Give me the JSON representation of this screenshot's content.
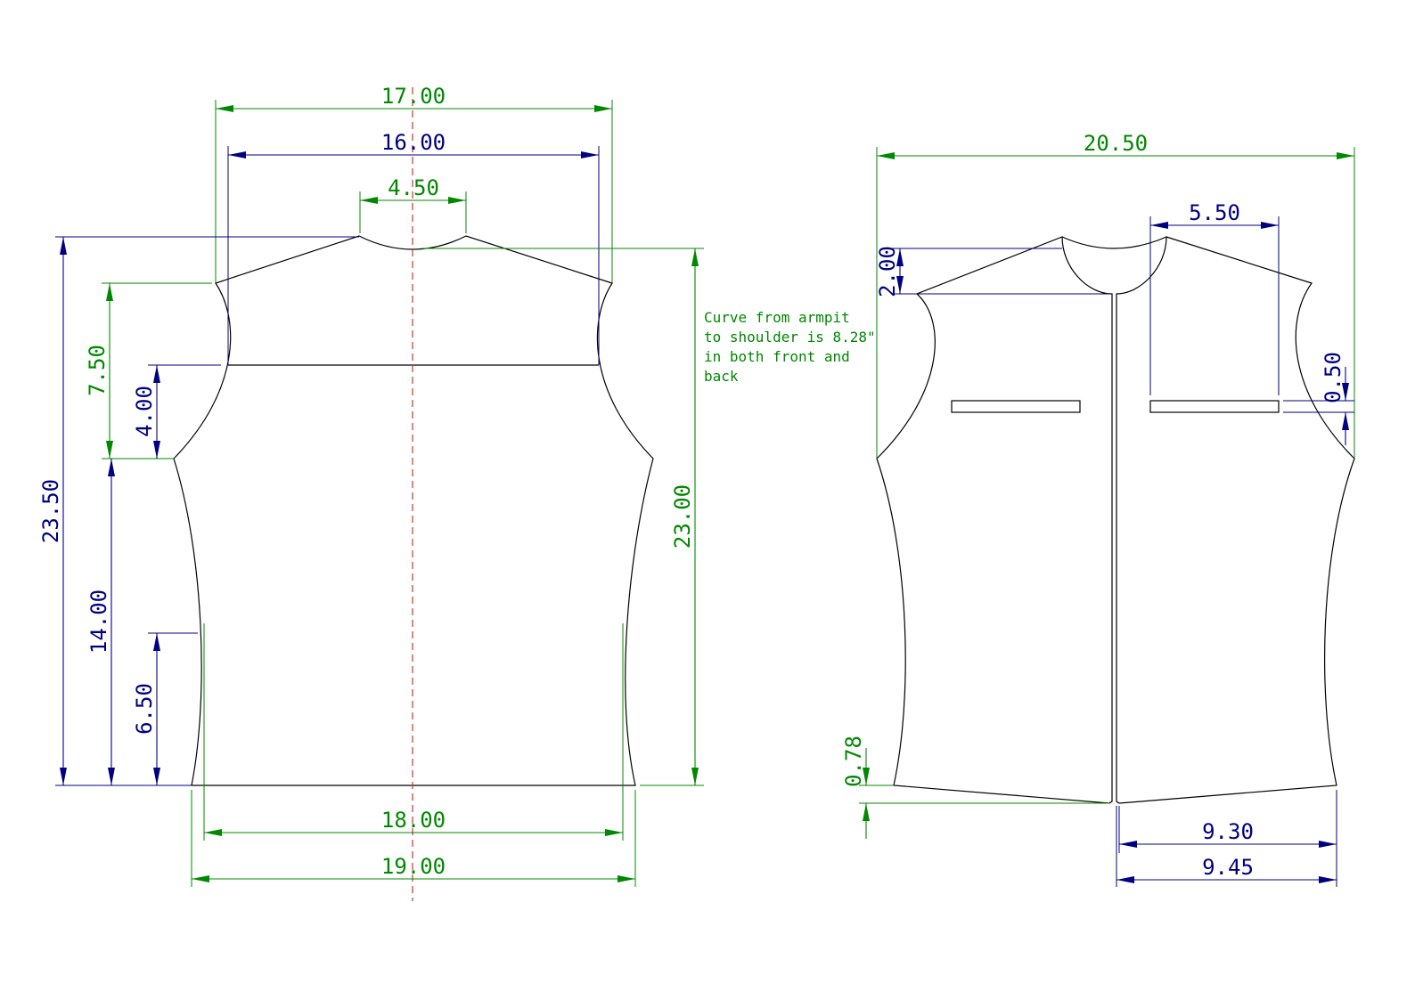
{
  "colors": {
    "dimension_green": "#008800",
    "dimension_blue": "#000080",
    "outline": "#000000",
    "center_line": "#cc3333"
  },
  "back_view": {
    "width_top_outer": "17.00",
    "width_top_inner": "16.00",
    "neck_width": "4.50",
    "total_height": "23.50",
    "armhole_depth": "7.50",
    "yoke_to_armpit": "4.00",
    "armpit_to_hem": "14.00",
    "hip_height": "6.50",
    "side_height": "23.00",
    "hem_inner": "18.00",
    "hem_outer": "19.00"
  },
  "note": {
    "lines": [
      "Curve from armpit",
      "to shoulder is 8.28\"",
      "in both front and",
      "back"
    ]
  },
  "front_view": {
    "total_width": "20.50",
    "neck_drop": "2.00",
    "pocket_to_shoulder": "5.50",
    "pocket_height": "0.50",
    "hem_drop": "0.78",
    "half_hem_inner": "9.30",
    "half_hem_outer": "9.45"
  }
}
